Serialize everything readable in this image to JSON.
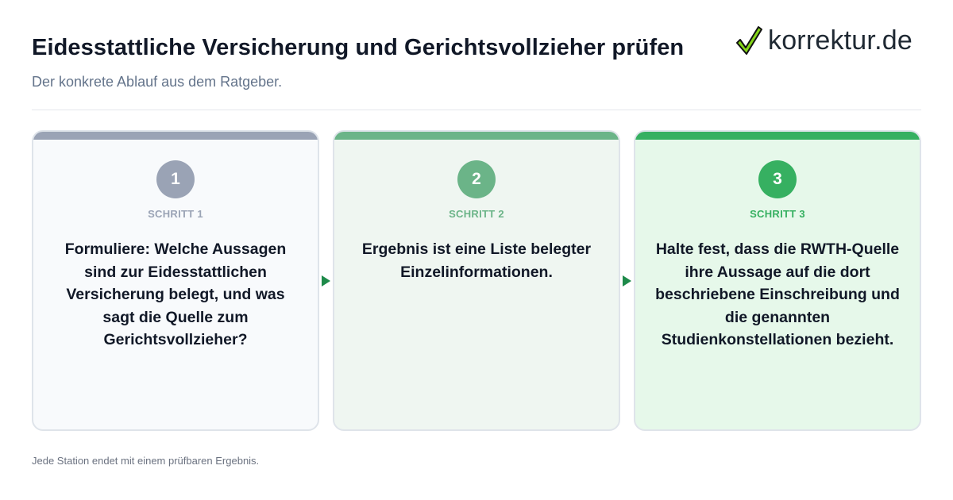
{
  "header": {
    "title": "Eidesstattliche Versicherung und Gerichtsvollzieher prüfen",
    "subtitle": "Der konkrete Ablauf aus dem Ratgeber.",
    "logo_text": "korrektur.de"
  },
  "steps": [
    {
      "number": "1",
      "label": "SCHRITT 1",
      "text": "Formuliere: Welche Aussagen sind zur Eidesstattlichen Versicherung belegt, und was sagt die Quelle zum Gerichtsvollzieher?",
      "color": "#9aa3b5"
    },
    {
      "number": "2",
      "label": "SCHRITT 2",
      "text": "Ergebnis ist eine Liste belegter Einzelinformationen.",
      "color": "#6bb488"
    },
    {
      "number": "3",
      "label": "SCHRITT 3",
      "text": "Halte fest, dass die RWTH-Quelle ihre Aussage auf die dort beschriebene Einschreibung und die genannten Studienkonstellationen bezieht.",
      "color": "#36b061"
    }
  ],
  "footer": {
    "note": "Jede Station endet mit einem prüfbaren Ergebnis."
  },
  "colors": {
    "arrow": "#1e8a4a",
    "logo_check": "#84d418"
  },
  "icons": {
    "logo": "checkmark-icon",
    "connector": "triangle-right-icon"
  }
}
